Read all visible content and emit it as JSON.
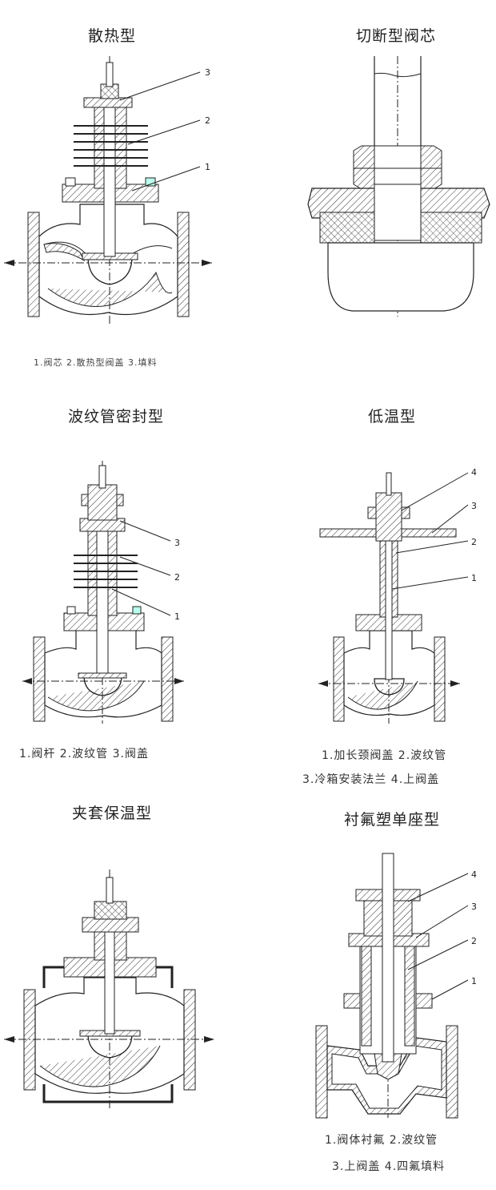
{
  "sections": [
    {
      "title": "散热型",
      "caption": [
        "1.阀芯 2.散热型阀盖 3.填料"
      ],
      "callouts": [
        "3",
        "2",
        "1"
      ]
    },
    {
      "title": "切断型阀芯",
      "caption": [],
      "callouts": []
    },
    {
      "title": "波纹管密封型",
      "caption": [
        "1.阀杆   2.波纹管   3.阀盖"
      ],
      "callouts": [
        "3",
        "2",
        "1"
      ]
    },
    {
      "title": "低温型",
      "caption": [
        "1.加长颈阀盖  2.波纹管",
        "3.冷箱安装法兰  4.上阀盖"
      ],
      "callouts": [
        "4",
        "3",
        "2",
        "1"
      ]
    },
    {
      "title": "夹套保温型",
      "caption": [],
      "callouts": []
    },
    {
      "title": "衬氟塑单座型",
      "caption": [
        "1.阀体衬氟 2.波纹管",
        "3.上阀盖 4.四氟填料"
      ],
      "callouts": [
        "4",
        "3",
        "2",
        "1"
      ]
    }
  ]
}
